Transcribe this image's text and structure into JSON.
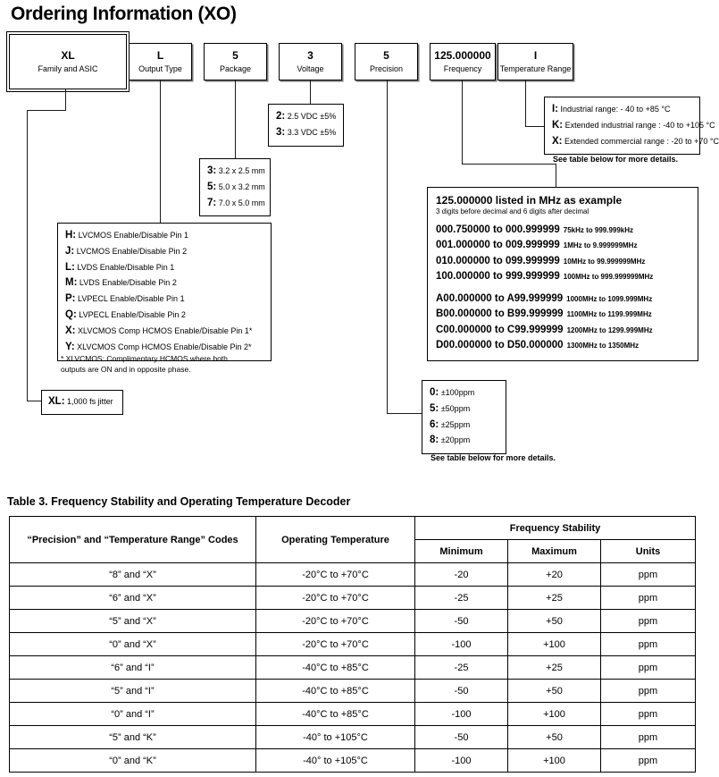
{
  "page": {
    "title": "Ordering Information (XO)"
  },
  "part_number": {
    "segments": [
      {
        "code": "XL",
        "label": "Family and ASIC",
        "primary": true
      },
      {
        "code": "L",
        "label": "Output Type",
        "primary": false
      },
      {
        "code": "5",
        "label": "Package",
        "primary": false
      },
      {
        "code": "3",
        "label": "Voltage",
        "primary": false
      },
      {
        "code": "5",
        "label": "Precision",
        "primary": false
      },
      {
        "code": "125.000000",
        "label": "Frequency",
        "primary": false
      },
      {
        "code": "I",
        "label": "Temperature Range",
        "primary": false
      }
    ]
  },
  "temperature_range": {
    "items": [
      {
        "code": "I:",
        "text": "Industrial range: - 40 to +85 °C"
      },
      {
        "code": "K:",
        "text": "Extended industrial range : -40 to +105 °C"
      },
      {
        "code": "X:",
        "text": "Extended commercial range : -20 to +70 °C"
      }
    ],
    "note": "See table below for more details."
  },
  "voltage": {
    "items": [
      {
        "code": "2:",
        "text": "2.5 VDC ±5%"
      },
      {
        "code": "3:",
        "text": "3.3 VDC ±5%"
      }
    ]
  },
  "package": {
    "items": [
      {
        "code": "3:",
        "text": "3.2 x 2.5 mm"
      },
      {
        "code": "5:",
        "text": "5.0 x 3.2 mm"
      },
      {
        "code": "7:",
        "text": "7.0 x 5.0 mm"
      }
    ]
  },
  "output_type": {
    "items": [
      {
        "code": "H:",
        "text": "LVCMOS Enable/Disable Pin 1"
      },
      {
        "code": "J:",
        "text": "LVCMOS Enable/Disable Pin 2"
      },
      {
        "code": "L:",
        "text": "LVDS Enable/Disable Pin 1"
      },
      {
        "code": "M:",
        "text": "LVDS Enable/Disable Pin 2"
      },
      {
        "code": "P:",
        "text": "LVPECL Enable/Disable Pin 1"
      },
      {
        "code": "Q:",
        "text": "LVPECL Enable/Disable Pin 2"
      },
      {
        "code": "X:",
        "text": "XLVCMOS Comp HCMOS Enable/Disable Pin 1*"
      },
      {
        "code": "Y:",
        "text": "XLVCMOS Comp HCMOS Enable/Disable Pin 2*"
      }
    ],
    "footnote_line1": "* XLVCMOS: Complimentary HCMOS where both",
    "footnote_line2": "outputs are ON and in opposite phase."
  },
  "family": {
    "code": "XL:",
    "text": "1,000 fs jitter"
  },
  "precision": {
    "items": [
      {
        "code": "0:",
        "text": "±100ppm"
      },
      {
        "code": "5:",
        "text": "±50ppm"
      },
      {
        "code": "6:",
        "text": "±25ppm"
      },
      {
        "code": "8:",
        "text": "±20ppm"
      }
    ],
    "note": "See table below for more details."
  },
  "frequency": {
    "heading": "125.000000  listed in MHz as example",
    "subheading": "3 digits before decimal and   6 digits after decimal",
    "group_a": [
      {
        "range": "000.750000  to 000.999999",
        "equiv": "75kHz to 999.999kHz"
      },
      {
        "range": "001.000000  to 009.999999",
        "equiv": "1MHz to 9.999999MHz"
      },
      {
        "range": "010.000000  to 099.999999",
        "equiv": "10MHz to 99.999999MHz"
      },
      {
        "range": "100.000000  to 999.999999",
        "equiv": "100MHz to 999.999999MHz"
      }
    ],
    "group_b": [
      {
        "range": "A00.000000  to A99.999999",
        "equiv": "1000MHz to 1099.999MHz"
      },
      {
        "range": "B00.000000  to B99.999999",
        "equiv": "1100MHz to 1199.999MHz"
      },
      {
        "range": "C00.000000  to C99.999999",
        "equiv": "1200MHz to 1299.999MHz"
      },
      {
        "range": "D00.000000  to D50.000000",
        "equiv": "1300MHz to 1350MHz"
      }
    ]
  },
  "table3": {
    "title": "Table 3.  Frequency Stability and Operating Temperature Decoder",
    "headers": {
      "codes": "“Precision” and “Temperature Range” Codes",
      "operating_temperature": "Operating Temperature",
      "frequency_stability": "Frequency Stability",
      "minimum": "Minimum",
      "maximum": "Maximum",
      "units": "Units"
    },
    "rows": [
      {
        "codes": "“8” and “X”",
        "temp": "-20°C to +70°C",
        "min": "-20",
        "max": "+20",
        "units": "ppm"
      },
      {
        "codes": "“6” and “X”",
        "temp": "-20°C to +70°C",
        "min": "-25",
        "max": "+25",
        "units": "ppm"
      },
      {
        "codes": "“5” and “X”",
        "temp": "-20°C to +70°C",
        "min": "-50",
        "max": "+50",
        "units": "ppm"
      },
      {
        "codes": "“0” and “X”",
        "temp": "-20°C to +70°C",
        "min": "-100",
        "max": "+100",
        "units": "ppm"
      },
      {
        "codes": "“6” and “I”",
        "temp": "-40°C to +85°C",
        "min": "-25",
        "max": "+25",
        "units": "ppm"
      },
      {
        "codes": "“5” and “I”",
        "temp": "-40°C to +85°C",
        "min": "-50",
        "max": "+50",
        "units": "ppm"
      },
      {
        "codes": "“0” and “I”",
        "temp": "-40°C to +85°C",
        "min": "-100",
        "max": "+100",
        "units": "ppm"
      },
      {
        "codes": "“5” and “K”",
        "temp": "-40° to +105°C",
        "min": "-50",
        "max": "+50",
        "units": "ppm"
      },
      {
        "codes": "“0” and “K”",
        "temp": "-40° to +105°C",
        "min": "-100",
        "max": "+100",
        "units": "ppm"
      }
    ]
  }
}
